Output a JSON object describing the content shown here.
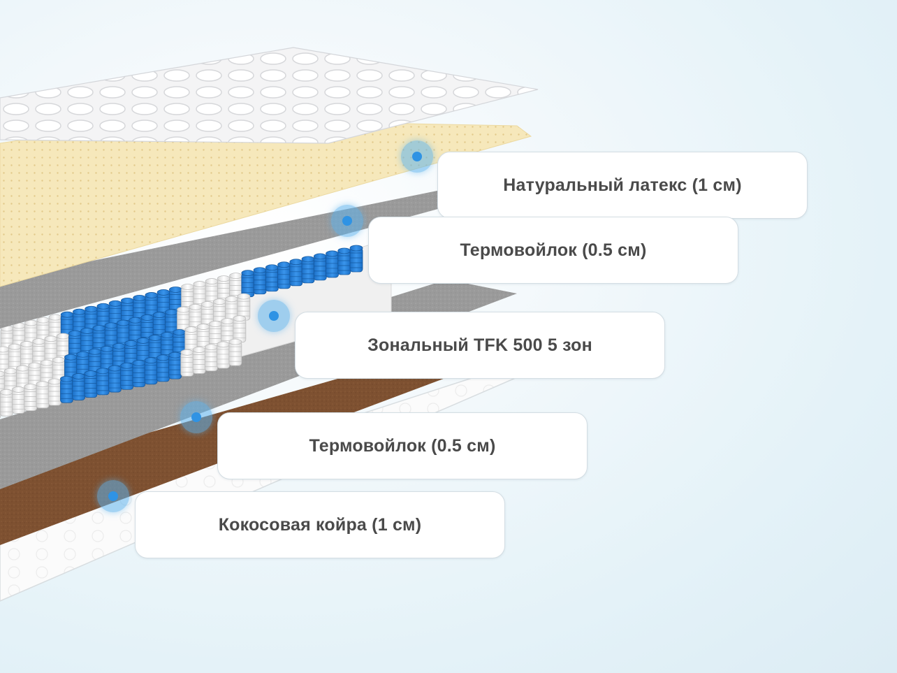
{
  "layers": [
    {
      "id": "latex",
      "label": "Натуральный латекс (1 см)"
    },
    {
      "id": "felt-top",
      "label": "Термовойлок (0.5 см)"
    },
    {
      "id": "springs",
      "label": "Зональный TFK 500 5 зон"
    },
    {
      "id": "felt-bottom",
      "label": "Термовойлок (0.5 см)"
    },
    {
      "id": "coir",
      "label": "Кокосовая койра (1 см)"
    }
  ],
  "colors": {
    "marker": "#2f93e4",
    "latex": "#f5e7b9",
    "felt": "#9b9b9b",
    "coir": "#7e5131",
    "spring_blue": "#1f7ed9",
    "spring_white": "#f4f4f4"
  }
}
